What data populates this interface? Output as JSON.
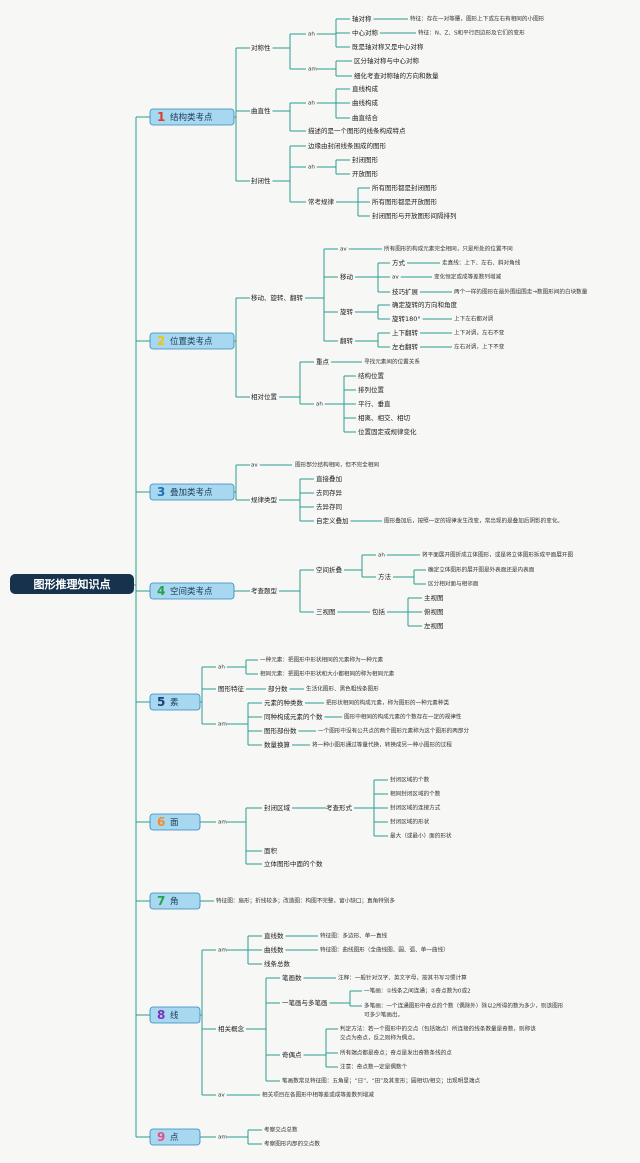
{
  "colors": {
    "line": "#2a9d8f",
    "root_bg": "#16324d",
    "cat_bg": "#a8d8f0",
    "cat_border": "#2e86c1",
    "num_red": "#e03c2e",
    "num_yellow": "#f1c40f",
    "num_blue": "#1f6fb5",
    "num_green": "#27a04a",
    "num_navy": "#1d3f7a",
    "num_orange": "#f28c28",
    "num_purple": "#7b2fbe",
    "num_darkblue": "#16407a",
    "num_pink": "#e74c8b"
  },
  "root": "图形推理知识点",
  "categories": [
    {
      "num": "1",
      "name": "结构类考点",
      "num_color": "#e03c2e"
    },
    {
      "num": "2",
      "name": "位置类考点",
      "num_color": "#f1c40f"
    },
    {
      "num": "3",
      "name": "叠加类考点",
      "num_color": "#1f6fb5"
    },
    {
      "num": "4",
      "name": "空间类考点",
      "num_color": "#27a04a"
    },
    {
      "num": "5",
      "name": "素",
      "num_color": "#1d3f7a"
    },
    {
      "num": "6",
      "name": "面",
      "num_color": "#f28c28"
    },
    {
      "num": "7",
      "name": "角",
      "num_color": "#27a04a"
    },
    {
      "num": "8",
      "name": "线",
      "num_color": "#7b2fbe"
    },
    {
      "num": "9",
      "name": "点",
      "num_color": "#e74c8b"
    }
  ],
  "labels": {
    "c1": {
      "a": "对称性",
      "a_ah": "ah",
      "a_am": "am",
      "a1": "轴对称",
      "a1n": "特征：存在一对等腰，图形上下或左右有相同的小图形",
      "a2": "中心对称",
      "a2n": "特征：N、Z、S和平行四边形及它们的变形",
      "a3": "既是轴对称又是中心对称",
      "a4": "区分轴对称与中心对称",
      "a5": "细化考查对称轴的方向和数量",
      "b": "曲直性",
      "b_ah": "ah",
      "b1": "直线构成",
      "b2": "曲线构成",
      "b3": "曲直结合",
      "b4": "描述的是一个图形的线条构成特点",
      "c": "封闭性",
      "c1": "边缘由封闭线条围成的图形",
      "c_ah": "ah",
      "c2": "封闭图形",
      "c3": "开放图形",
      "c4": "常考规律",
      "c5": "所有图形都是封闭图形",
      "c6": "所有图形都是开放图形",
      "c7": "封闭图形与开放图形间隔排列"
    },
    "c2": {
      "a": "移动、旋转、翻转",
      "av": "av",
      "avn": "所有图形的构成元素完全相同，只是所处的位置不同",
      "m": "移动",
      "m1": "方式",
      "m1n": "走直线：上下、左右、斜对角线",
      "m2": "av",
      "m2n": "变化恒定或成等差数列增减",
      "m3": "技巧扩展",
      "m3n": "两个一样的图形在最外围组围走→数图形间的白块数量",
      "r": "旋转",
      "r1": "确定旋转的方向和角度",
      "r2": "旋转180°",
      "r2n": "上下左右都对调",
      "f": "翻转",
      "f1": "上下翻转",
      "f1n": "上下对调，左右不变",
      "f2": "左右翻转",
      "f2n": "左右对调，上下不变",
      "b": "相对位置",
      "b1": "重点",
      "b1n": "寻找元素间的位置关系",
      "b_ah": "ah",
      "b2": "结构位置",
      "b3": "排列位置",
      "b4": "平行、垂直",
      "b5": "相离、相交、相切",
      "b6": "位置固定或规律变化"
    },
    "c3": {
      "av": "av",
      "avn": "图形部分结构相同，但不完全相同",
      "t": "规律类型",
      "t1": "直接叠加",
      "t2": "去同存异",
      "t3": "去异存同",
      "t4": "自定义叠加",
      "t4n": "图形叠加后，按照一定的规律发生改变，常出现的是叠加后阴影的变化。"
    },
    "c4": {
      "t": "考查题型",
      "a": "空间折叠",
      "a_ah": "ah",
      "a1": "将平面展开图折成立体图形，或是将立体图形拆成平面展开图",
      "m": "方法",
      "m1": "确定立体图形的展开图是外表面还是内表面",
      "m2": "区分相对面与相邻面",
      "b": "三视图",
      "b1": "包括",
      "b2": "主视图",
      "b3": "俯视图",
      "b4": "左视图"
    },
    "c5": {
      "ah": "ah",
      "a1": "一种元素：把图形中形状相同的元素称为一种元素",
      "a2": "相同元素：把图形中形状和大小都相同的称为相同元素",
      "f": "图形特征",
      "f1": "部分数",
      "f1n": "生活化图形、黑色粗线条图形",
      "am": "am",
      "g1": "元素的种类数",
      "g1n": "把形状相同的构成元素，称为图形的一种元素种类",
      "g2": "同种构成元素的个数",
      "g2n": "图形中相同的构成元素的个数存在一定的规律性",
      "g3": "图形部份数",
      "g3n": "一个图形中没有公共点的两个图形元素称为这个图形的两部分",
      "g4": "数量换算",
      "g4n": "将一种小图形通过等量代换，转换成另一种小图形的过程"
    },
    "c6": {
      "am": "am",
      "a": "封闭区域",
      "a1": "考查形式",
      "a2": "封闭区域的个数",
      "a3": "相同封闭区域的个数",
      "a4": "封闭区域的连接方式",
      "a5": "封闭区域的形状",
      "a6": "最大（或最小）面的形状",
      "b": "面积",
      "c": "立体图形中面的个数"
    },
    "c7": {
      "a": "特征图：扇形；折线较多；改造图：构图不完整，留小缺口；直角特别多"
    },
    "c8": {
      "am": "am",
      "a1": "直线数",
      "a1n": "特征图：多边形、单一直线",
      "a2": "曲线数",
      "a2n": "特征图：曲线图形（全曲线图、圆、弧、单一曲线）",
      "a3": "线条总数",
      "r": "相关概念",
      "b1": "笔画数",
      "b1n": "注释：一般针对汉字、英文字母，按其书写习惯计算",
      "b2": "一笔画与多笔画",
      "b3": "一笔画：①线条之间连通；②奇点数为0或2",
      "b4": "多笔画：一个连通图形中奇点的个数（偶除外）除以2所得的数为多少，则该图形",
      "b4b": "可多少笔画出。",
      "c": "奇偶点",
      "c1": "判定方法：若一个图形中的交点（包括端点）所连接的线条数量是奇数，则称该",
      "c1b": "交点为奇点，反之则称为偶点。",
      "c2": "所有端点都是奇点；奇点是发出奇数条线的点",
      "c3": "注意：奇点数一定是偶数个",
      "d": "笔画数常见特征图：五角星；“日”、“田”及其变形；圆相切/相交；出现明显端点",
      "av": "av",
      "avn": "相关项目在各图形中相等差或成等差数列增减"
    },
    "c9": {
      "am": "am",
      "a1": "考察交点总数",
      "a2": "考察图形内部的交点数"
    }
  }
}
